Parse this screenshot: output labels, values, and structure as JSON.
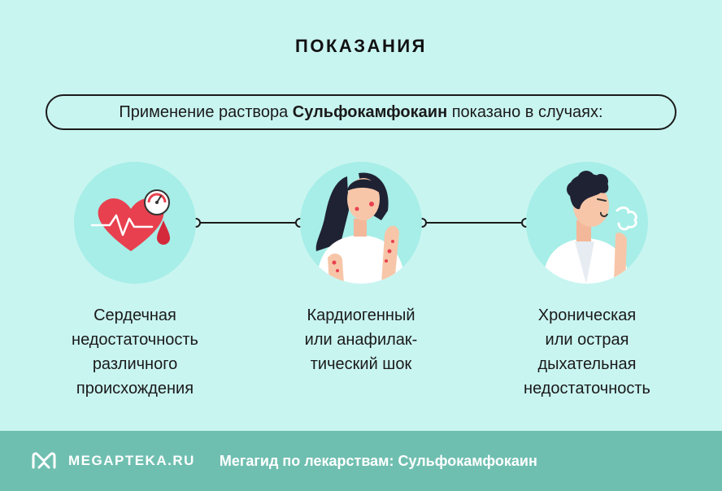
{
  "title": "ПОКАЗАНИЯ",
  "intro": {
    "before": "Применение раствора ",
    "drug": "Сульфокамфокаин",
    "after": " показано в случаях:"
  },
  "indications": [
    {
      "icon": "heart-icon",
      "line1": "Сердечная",
      "line2": "недостаточность",
      "line3": "различного",
      "line4": "происхождения"
    },
    {
      "icon": "woman-rash-icon",
      "line1": "Кардиогенный",
      "line2": "или анафилак-",
      "line3": "тический шок"
    },
    {
      "icon": "man-breathing-icon",
      "line1": "Хроническая",
      "line2": "или острая",
      "line3": "дыхательная",
      "line4": "недостаточность"
    }
  ],
  "footer": {
    "brand": "MEGAPTEKA.RU",
    "text": "Мегагид по лекарствам: Сульфокамфокаин"
  },
  "colors": {
    "background": "#c9f5f1",
    "circle": "#a6eee7",
    "footer": "#6fbfb0",
    "heart": "#e8404f"
  }
}
